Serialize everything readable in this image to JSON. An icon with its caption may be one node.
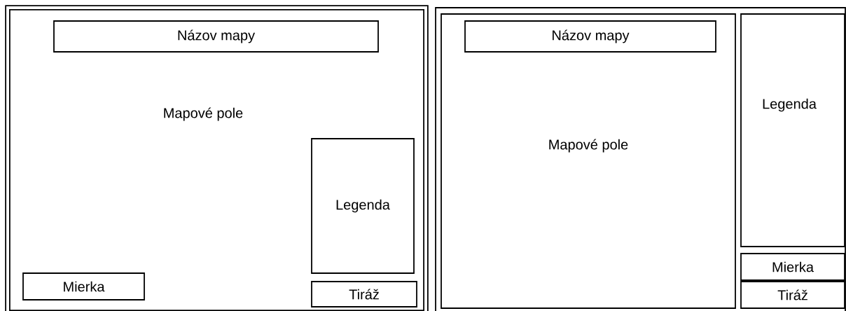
{
  "diagram": {
    "nodes": [
      {
        "text": [
          "Mapové pole"
        ]
      },
      {
        "text": [
          "Názov mapy"
        ],
        "in": 0
      },
      {
        "text": [
          "Legenda"
        ],
        "in": 0
      },
      {
        "text": [
          "Mierka"
        ],
        "in": 0
      },
      {
        "text": [
          "Tiráž"
        ],
        "in": 0
      },
      {
        "text": [],
        "shape": "box"
      },
      {
        "text": [
          "Mapové pole"
        ],
        "in": 5
      },
      {
        "text": [
          "Názov mapy"
        ],
        "in": 6
      },
      {
        "text": [
          "Legenda"
        ],
        "in": 5
      },
      {
        "text": [
          "Mierka"
        ],
        "in": 5
      },
      {
        "text": [
          "Tiráž"
        ],
        "in": 5
      }
    ]
  }
}
